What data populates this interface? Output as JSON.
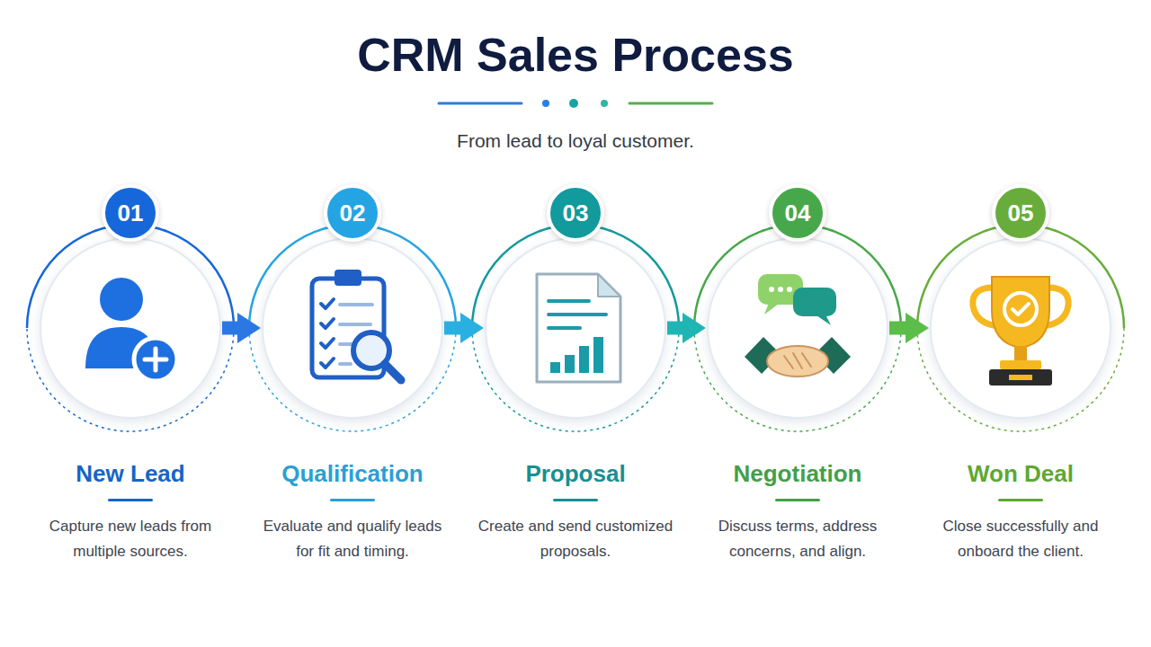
{
  "diagram": {
    "title": "CRM Sales Process",
    "caption": "From lead to loyal customer.",
    "nodes": [
      {
        "text": [
          "New Lead",
          "Capture new leads from multiple sources."
        ]
      },
      {
        "text": [
          "01"
        ],
        "in": 0
      },
      {
        "text": [
          "Qualification",
          "Evaluate and qualify leads for fit and timing."
        ]
      },
      {
        "text": [
          "02"
        ],
        "in": 2
      },
      {
        "text": [
          "Proposal",
          "Create and send customized proposals."
        ]
      },
      {
        "text": [
          "03"
        ],
        "in": 4
      },
      {
        "text": [
          "Negotiation",
          "Discuss terms, address concerns, and align."
        ]
      },
      {
        "text": [
          "04"
        ],
        "in": 6
      },
      {
        "text": [
          "Won Deal",
          "Close successfully and onboard the client."
        ]
      },
      {
        "text": [
          "05"
        ],
        "in": 8
      }
    ],
    "edges": [
      {
        "from": 0,
        "to": 2,
        "arrow": "to"
      },
      {
        "from": 2,
        "to": 4,
        "arrow": "to"
      },
      {
        "from": 4,
        "to": 6,
        "arrow": "to"
      },
      {
        "from": 6,
        "to": 8,
        "arrow": "to"
      }
    ]
  }
}
